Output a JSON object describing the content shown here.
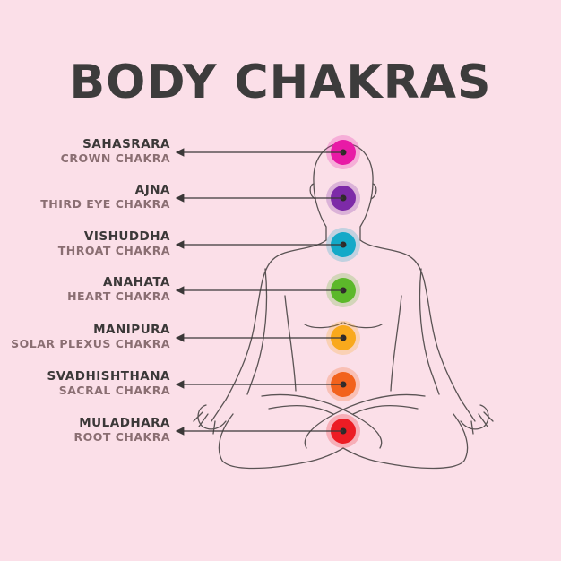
{
  "title": "BODY CHAKRAS",
  "colors": {
    "background": "#fbdfe8",
    "title": "#3d3c3c",
    "outline": "#5a5354",
    "line": "#3b3838"
  },
  "chakras": [
    {
      "name": "SAHASRARA",
      "subtitle": "CROWN CHAKRA",
      "color": "#e81aa6"
    },
    {
      "name": "AJNA",
      "subtitle": "THIRD EYE CHAKRA",
      "color": "#7d2aa8"
    },
    {
      "name": "VISHUDDHA",
      "subtitle": "THROAT CHAKRA",
      "color": "#13a9c8"
    },
    {
      "name": "ANAHATA",
      "subtitle": "HEART CHAKRA",
      "color": "#5cb82a"
    },
    {
      "name": "MANIPURA",
      "subtitle": "SOLAR PLEXUS CHAKRA",
      "color": "#f9a91c"
    },
    {
      "name": "SVADHISHTHANA",
      "subtitle": "SACRAL CHAKRA",
      "color": "#f2621c"
    },
    {
      "name": "MULADHARA",
      "subtitle": "ROOT CHAKRA",
      "color": "#ec1c24"
    }
  ]
}
